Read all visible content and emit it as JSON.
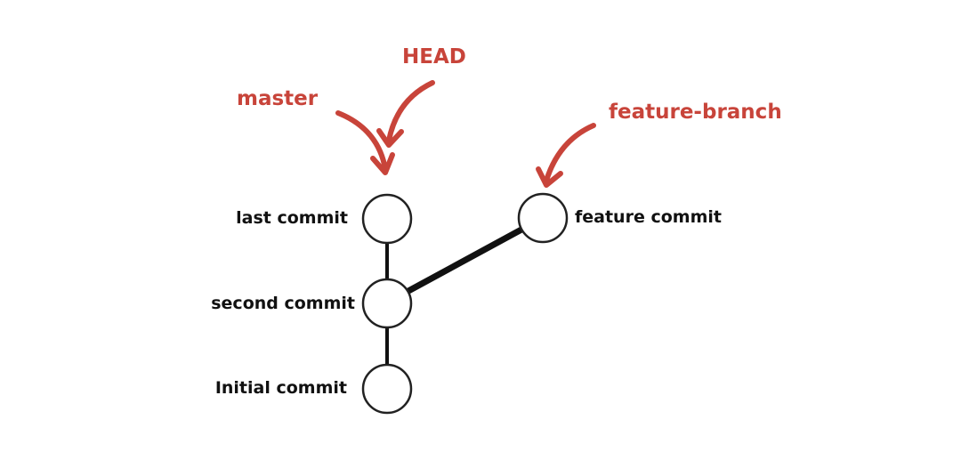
{
  "colors": {
    "pointer": "#c8443a",
    "line": "#111111",
    "node_stroke": "#222222",
    "background": "#ffffff"
  },
  "commits": {
    "last": "last commit",
    "second": "second commit",
    "initial": "Initial commit",
    "feature": "feature commit"
  },
  "pointers": {
    "head": "HEAD",
    "master": "master",
    "feature_branch": "feature-branch"
  }
}
